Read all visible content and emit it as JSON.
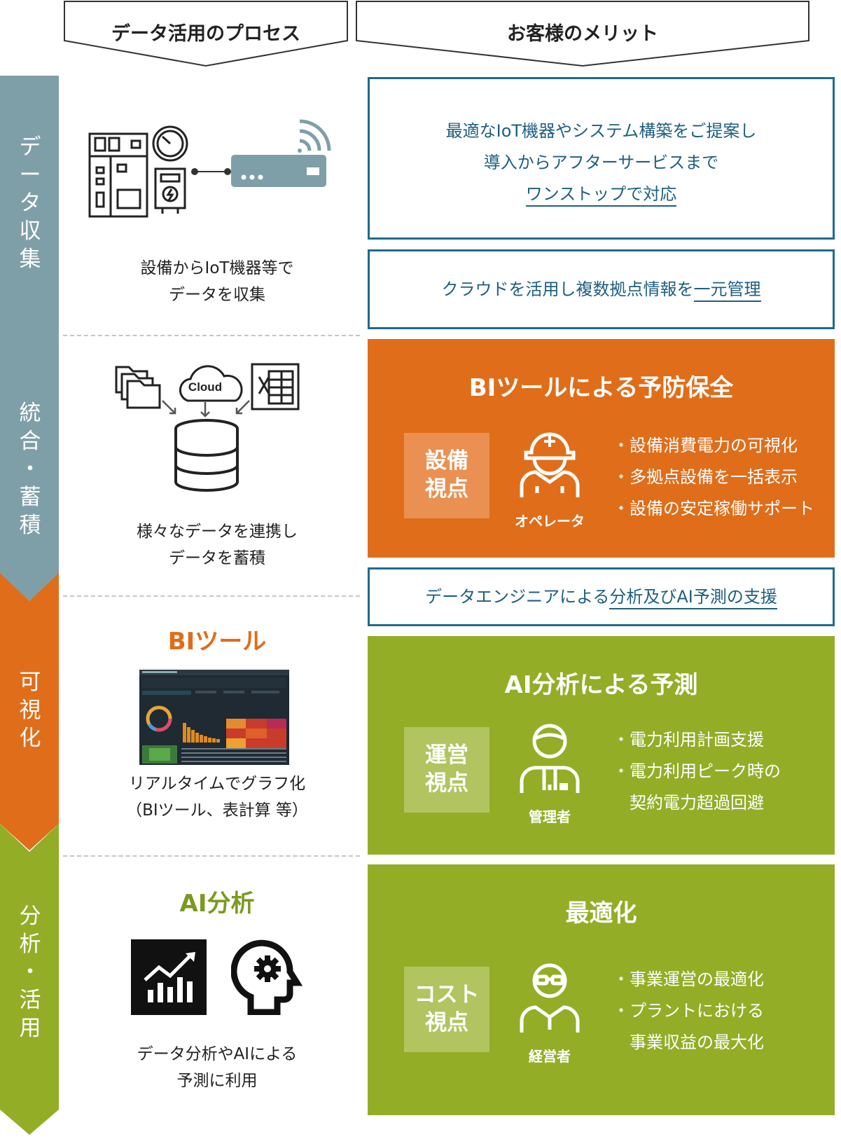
{
  "headers": {
    "process": "データ活用のプロセス",
    "merit": "お客様のメリット"
  },
  "stages": [
    {
      "chars": [
        "デ",
        "ー",
        "タ",
        "収",
        "集"
      ],
      "color": "#7f9fa8"
    },
    {
      "chars": [
        "統",
        "合",
        "・",
        "蓄",
        "積"
      ],
      "color": "#7f9fa8"
    },
    {
      "chars": [
        "可",
        "視",
        "化"
      ],
      "color": "#e06d1a"
    },
    {
      "chars": [
        "分",
        "析",
        "・",
        "活",
        "用"
      ],
      "color": "#93ad27"
    }
  ],
  "process": {
    "collect": {
      "line1": "設備からIoT機器等で",
      "line2": "データを収集"
    },
    "integrate": {
      "line1": "様々なデータを連携し",
      "line2": "データを蓄積",
      "cloud_label": "Cloud"
    },
    "visualize": {
      "title": "BIツール",
      "line1": "リアルタイムでグラフ化",
      "line2": "（BIツール、表計算 等）"
    },
    "analyze": {
      "title": "AI分析",
      "line1": "データ分析やAIによる",
      "line2": "予測に利用"
    }
  },
  "benefits": {
    "iot": {
      "line1": "最適なIoT機器やシステム構築をご提案し",
      "line2": "導入からアフターサービスまで",
      "line3": "ワンストップで対応"
    },
    "cloud": {
      "prefix": "クラウドを活用し複数拠点情報を",
      "emph": "一元管理"
    },
    "bi": {
      "title": "BIツールによる予防保全",
      "badge": [
        "設備",
        "視点"
      ],
      "person": "オペレータ",
      "items": [
        "・設備消費電力の可視化",
        "・多拠点設備を一括表示",
        "・設備の安定稼働サポート"
      ]
    },
    "engineer": {
      "prefix": "データエンジニアによる",
      "emph": "分析及びAI予測の支援"
    },
    "ai": {
      "title": "AI分析による予測",
      "badge": [
        "運営",
        "視点"
      ],
      "person": "管理者",
      "items": [
        "・電力利用計画支援",
        "・電力利用ピーク時の",
        "　契約電力超過回避"
      ]
    },
    "opt": {
      "title": "最適化",
      "badge": [
        "コスト",
        "視点"
      ],
      "person": "経営者",
      "items": [
        "・事業運営の最適化",
        "・プラントにおける",
        "　事業収益の最大化"
      ]
    }
  },
  "colors": {
    "gray": "#7f9fa8",
    "orange": "#e06d1a",
    "green": "#93ad27",
    "blue": "#1e6b8e"
  }
}
